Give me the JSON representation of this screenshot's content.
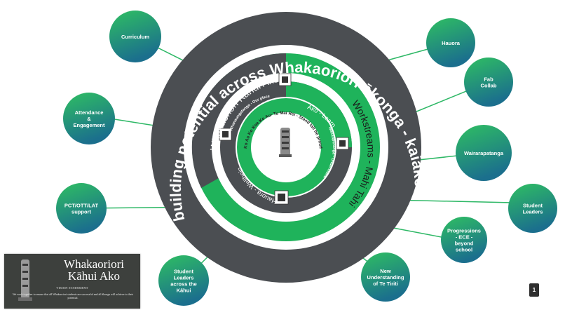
{
  "outer_ring_text": "Collaboratively building potential across Whakaoriori ākonga - kaiako - hapori “Tu Mai Ra”",
  "middle_ring": {
    "left_text": "Whakaoriori Kāhui Ako",
    "right_text": "Workstreams - Mahi Tahi"
  },
  "inner_ring": {
    "top_right": "Ako - Learn",
    "bottom_left": "Hauora - Wellbeing"
  },
  "green_labels": {
    "top_left": "Whanaungatanga - Our place",
    "right": "Wakatipuranga - Understand"
  },
  "centre_text": "Ko Au Ko Koe Ko Au- Tu Mai Rei - Stand tall be proud",
  "bubbles": [
    {
      "id": "curriculum",
      "lines": [
        "Curriculum"
      ]
    },
    {
      "id": "hauora",
      "lines": [
        "Hauora"
      ]
    },
    {
      "id": "fab-collab",
      "lines": [
        "Fab",
        "Collab"
      ]
    },
    {
      "id": "attendance",
      "lines": [
        "Attendance",
        "&",
        "Engagement"
      ]
    },
    {
      "id": "wairarapatanga",
      "lines": [
        "Wairarapatanga"
      ]
    },
    {
      "id": "student-leaders",
      "lines": [
        "Student",
        "Leaders"
      ]
    },
    {
      "id": "pct",
      "lines": [
        "PCT/OTT/LAT",
        "support"
      ]
    },
    {
      "id": "progressions",
      "lines": [
        "Progressions",
        "- ECE -",
        "beyond",
        "school"
      ]
    },
    {
      "id": "te-tiriti",
      "lines": [
        "New",
        "Understanding",
        "of Te Tiriti"
      ]
    },
    {
      "id": "student-leaders-kahui",
      "lines": [
        "Student",
        "Leaders",
        "across the",
        "Kāhui"
      ]
    }
  ],
  "logo_card": {
    "title_line1": "Whakaoriori",
    "title_line2": "Kāhui Ako",
    "vision_heading": "VISION STATEMENT",
    "vision_statement": "We work together to ensure that all Whakaoriori students are successful and all ākonga will achieve to their potential."
  },
  "page_number": "1",
  "colors": {
    "ring_dark": "#4b4e52",
    "ring_green": "#1fb35b",
    "bubble_top": "#2fbf62",
    "bubble_bottom": "#1b6f8d",
    "connector": "#2eb866"
  }
}
